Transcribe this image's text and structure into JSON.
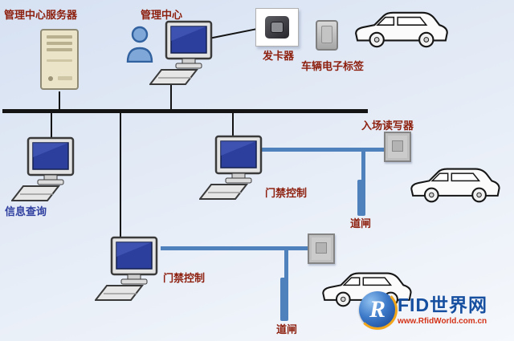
{
  "nodes": {
    "server_label": "管理中心服务器",
    "center_label": "管理中心",
    "issuer_label": "发卡器",
    "tag_label": "车辆电子标签",
    "query_label": "信息查询",
    "access1_label": "门禁控制",
    "access2_label": "门禁控制",
    "reader_label": "入场读写器",
    "barrier1_label": "道闸",
    "barrier2_label": "道闸"
  },
  "watermark": {
    "letter": "R",
    "name": "FID世界网",
    "url": "www.RfidWorld.com.cn"
  },
  "colors": {
    "label_red": "#8d1f0e",
    "label_blue": "#2f3f9f",
    "connector_blue": "#4f81bd",
    "bus_black": "#141414",
    "server_beige": "#ece4c8",
    "screen_blue": "#2c3f9c",
    "logo_blue": "#174fa0",
    "logo_gold": "#f2a71b",
    "logo_red": "#d43318",
    "background_top": "#d6e1f2",
    "background_bottom": "#f5f8fc"
  },
  "icons": {
    "server": "server-tower-icon",
    "operator": "person-icon",
    "workstation": "desktop-computer-icon",
    "card_issuer": "card-issuer-icon",
    "vehicle_tag": "rfid-tag-icon",
    "reader": "rfid-reader-icon",
    "car": "car-icon",
    "barrier": "barrier-gate-bar",
    "logo": "rfid-world-logo"
  }
}
